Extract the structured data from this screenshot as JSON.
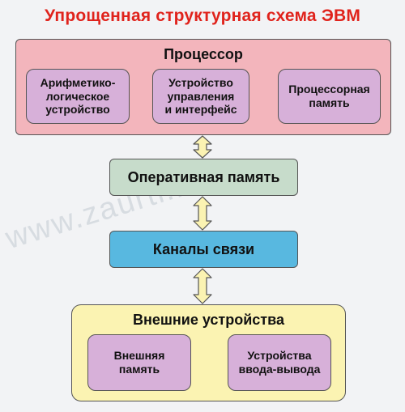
{
  "title": "Упрощенная структурная схема ЭВМ",
  "watermark": "www.zaurtl.ru",
  "processor": {
    "label": "Процессор",
    "units": [
      "Арифметико-\nлогическое\nустройство",
      "Устройство\nуправления\nи интерфейс",
      "Процессорная\nпамять"
    ]
  },
  "ram": {
    "label": "Оперативная память"
  },
  "channels": {
    "label": "Каналы связи"
  },
  "external": {
    "label": "Внешние устройства",
    "units": [
      "Внешняя\nпамять",
      "Устройства\nввода-вывода"
    ]
  },
  "colors": {
    "title": "#e0231c",
    "processor_fill": "#f3b5bc",
    "unit_fill": "#d7b0d9",
    "ram_fill": "#c7dccb",
    "channels_fill": "#58b8e0",
    "external_fill": "#fbf3b2",
    "arrow_fill": "#fbf3b2"
  }
}
